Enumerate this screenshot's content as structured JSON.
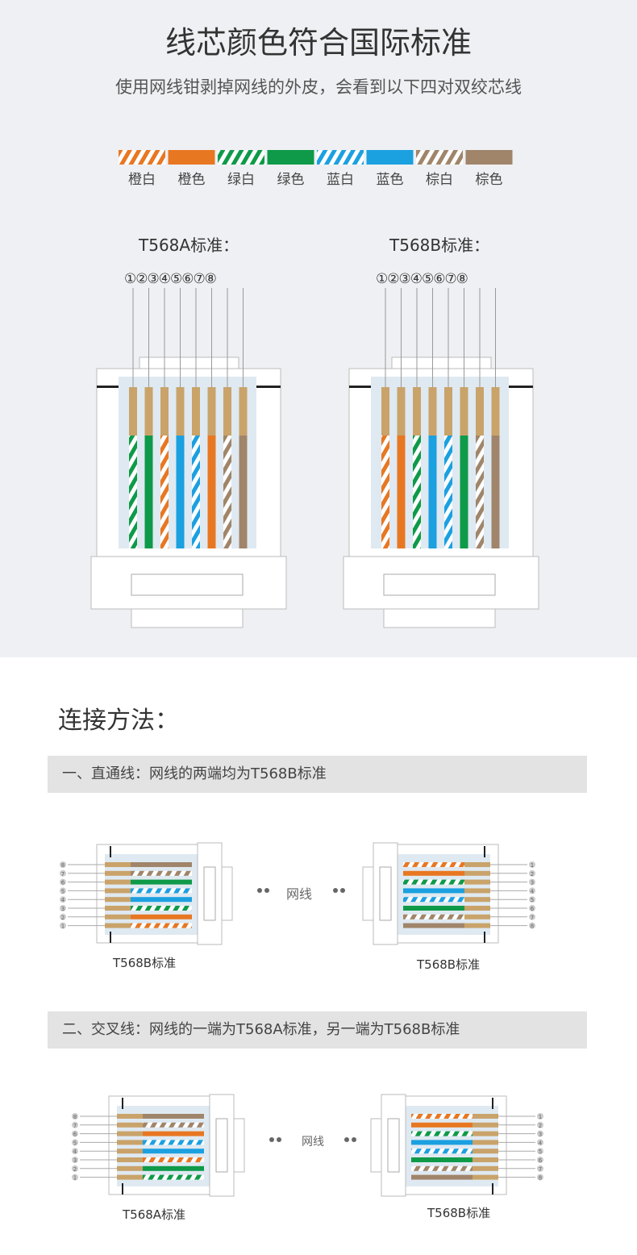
{
  "title": "线芯颜色符合国际标准",
  "subtitle": "使用网线钳剥掉网线的外皮，会看到以下四对双绞芯线",
  "legend": [
    {
      "label": "橙白",
      "color": "#e87722",
      "striped": true
    },
    {
      "label": "橙色",
      "color": "#e87722",
      "striped": false
    },
    {
      "label": "绿白",
      "color": "#0e9a48",
      "striped": true
    },
    {
      "label": "绿色",
      "color": "#0e9a48",
      "striped": false
    },
    {
      "label": "蓝白",
      "color": "#1ba0e0",
      "striped": true
    },
    {
      "label": "蓝色",
      "color": "#1ba0e0",
      "striped": false
    },
    {
      "label": "棕白",
      "color": "#a0856a",
      "striped": true
    },
    {
      "label": "棕色",
      "color": "#a0856a",
      "striped": false
    }
  ],
  "standard_a": {
    "label": "T568A标准：",
    "pin_numbers": "①②③④⑤⑥⑦⑧",
    "order": [
      "绿白",
      "绿色",
      "橙白",
      "蓝色",
      "蓝白",
      "橙色",
      "棕白",
      "棕色"
    ]
  },
  "standard_b": {
    "label": "T568B标准：",
    "pin_numbers": "①②③④⑤⑥⑦⑧",
    "order": [
      "橙白",
      "橙色",
      "绿白",
      "蓝色",
      "蓝白",
      "绿色",
      "棕白",
      "棕色"
    ]
  },
  "method_heading": "连接方法：",
  "straight": {
    "bar": "一、直通线：网线的两端均为T568B标准",
    "cable": "网线",
    "left_label": "T568B标准",
    "right_label": "T568B标准"
  },
  "cross": {
    "bar": "二、交叉线：网线的一端为T568A标准，另一端为T568B标准",
    "cable": "网线",
    "left_label": "T568A标准",
    "right_label": "T568B标准"
  },
  "pin_labels": [
    "1",
    "2",
    "3",
    "4",
    "5",
    "6",
    "7",
    "8"
  ]
}
